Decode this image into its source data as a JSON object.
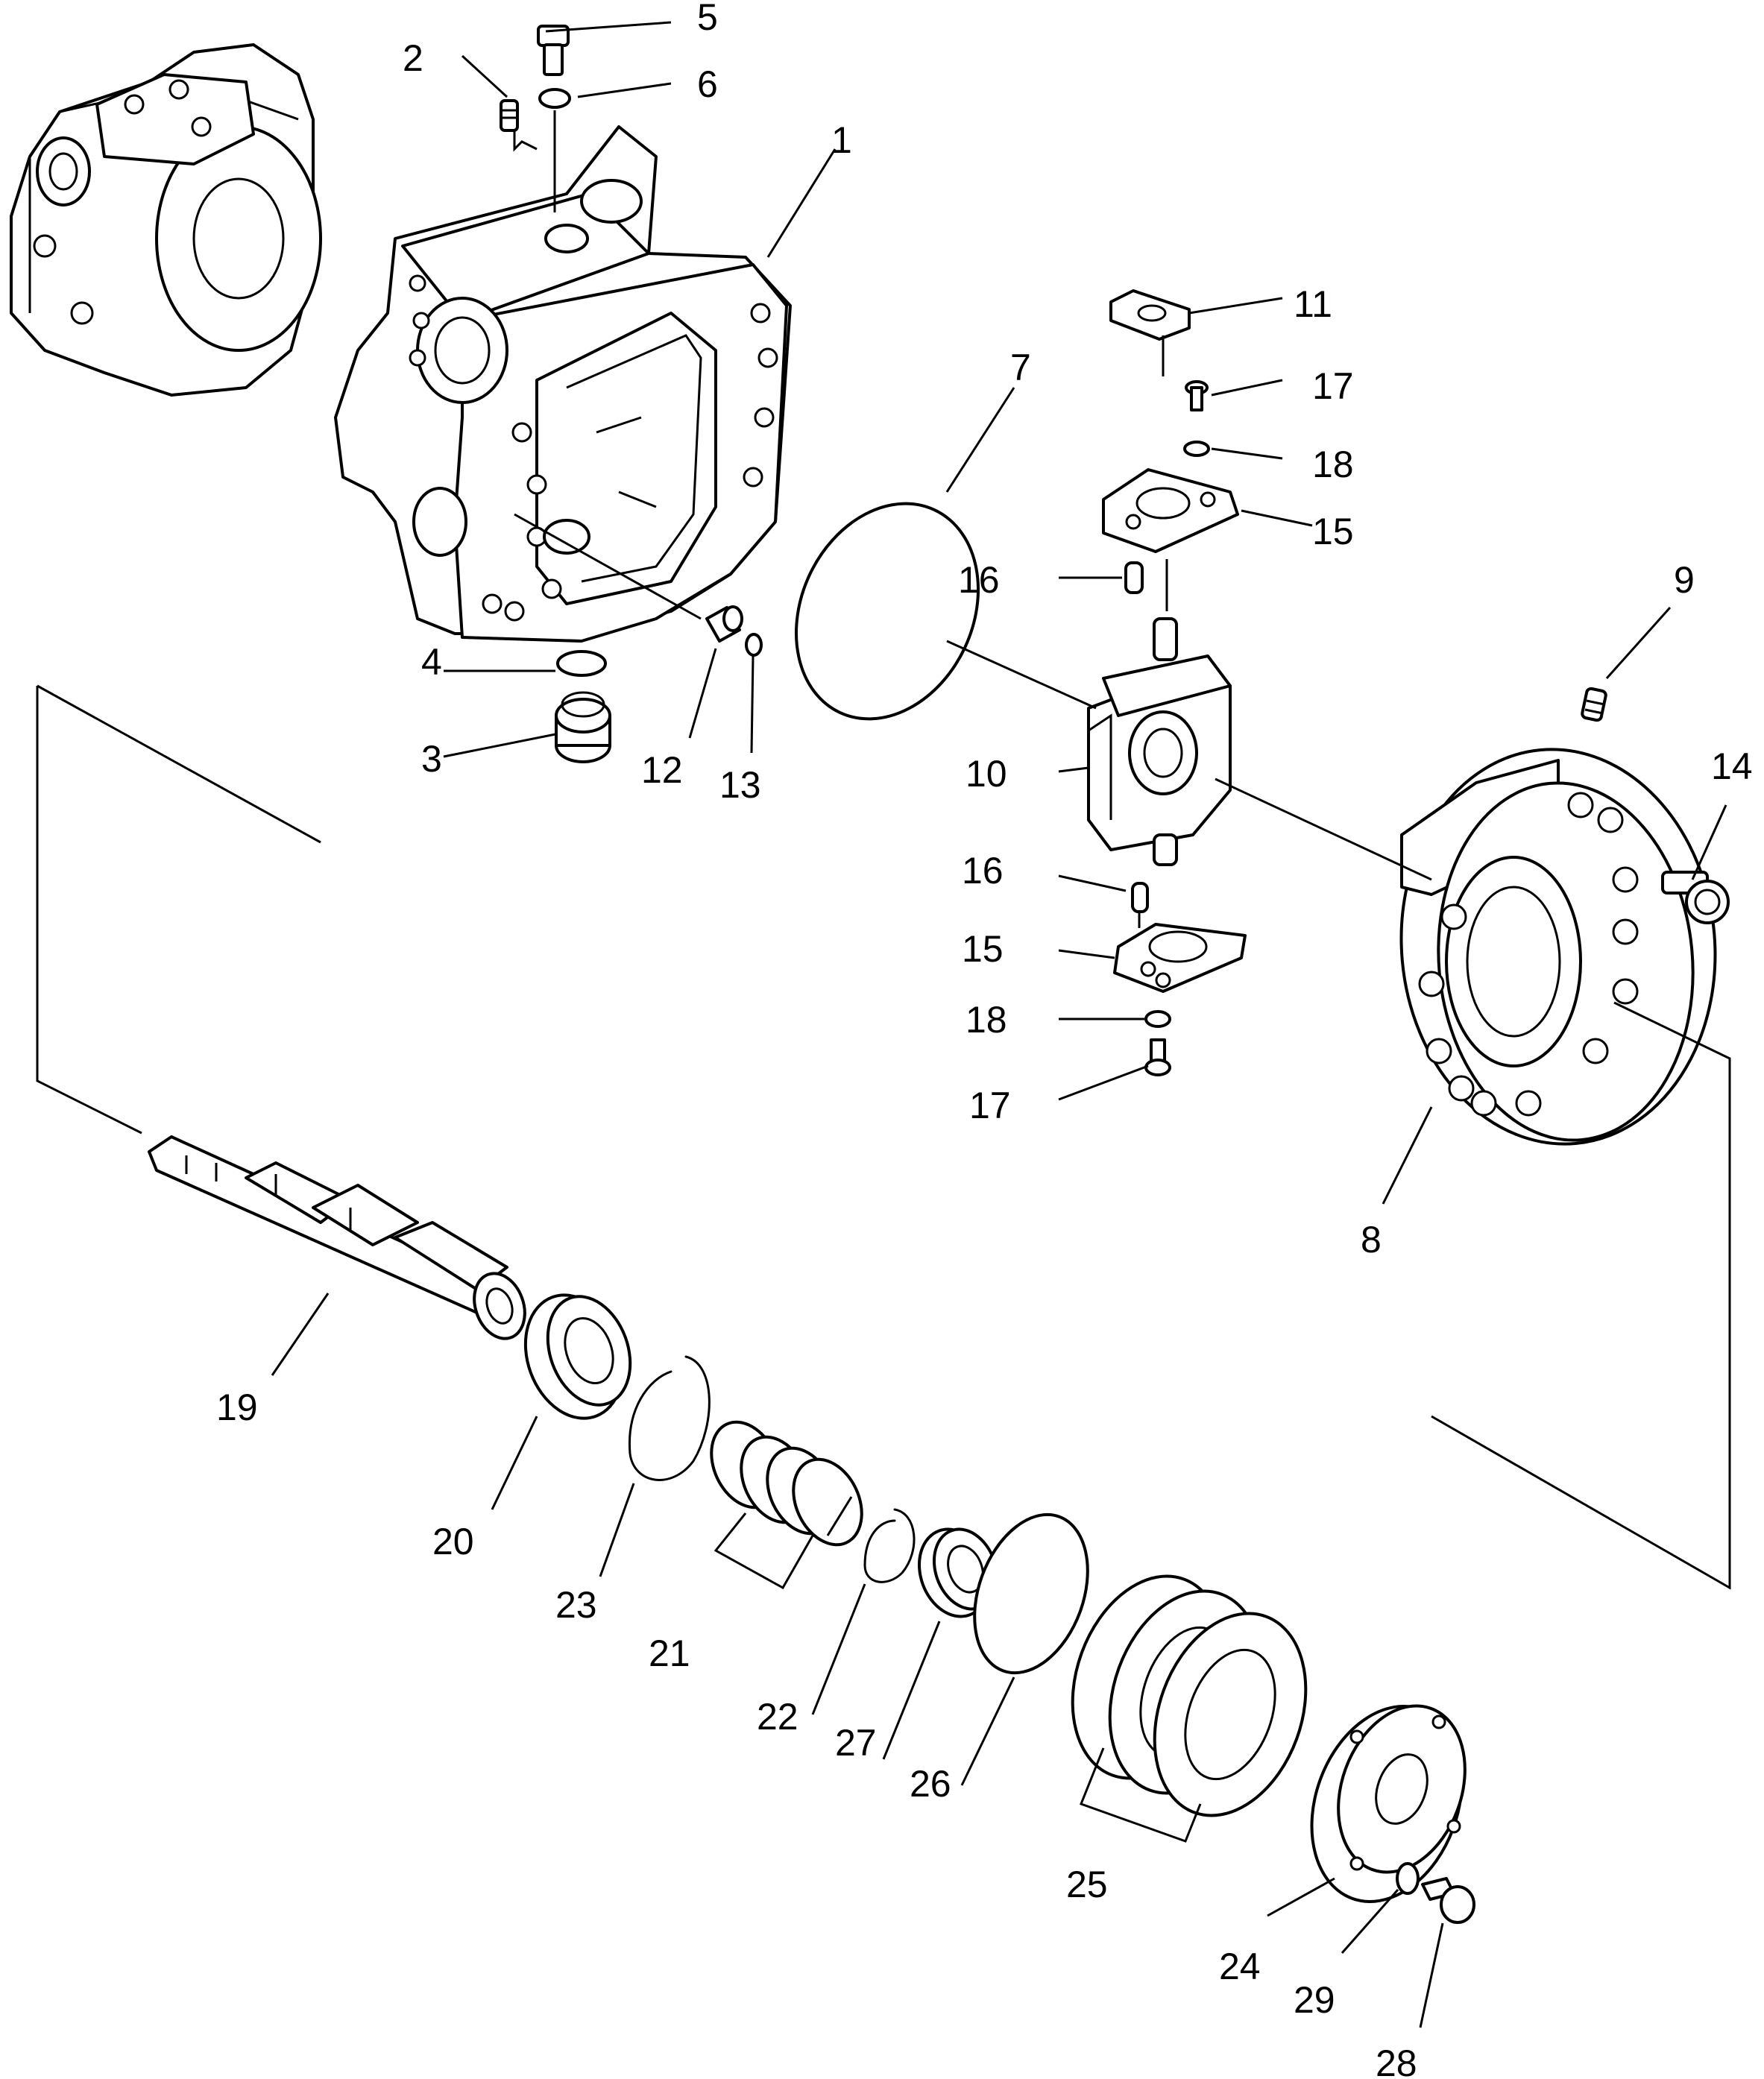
{
  "diagram": {
    "callouts": [
      {
        "id": "c1",
        "label": "1"
      },
      {
        "id": "c2",
        "label": "2"
      },
      {
        "id": "c3",
        "label": "3"
      },
      {
        "id": "c4",
        "label": "4"
      },
      {
        "id": "c5",
        "label": "5"
      },
      {
        "id": "c6",
        "label": "6"
      },
      {
        "id": "c7",
        "label": "7"
      },
      {
        "id": "c8",
        "label": "8"
      },
      {
        "id": "c9",
        "label": "9"
      },
      {
        "id": "c10",
        "label": "10"
      },
      {
        "id": "c11",
        "label": "11"
      },
      {
        "id": "c12",
        "label": "12"
      },
      {
        "id": "c13",
        "label": "13"
      },
      {
        "id": "c14",
        "label": "14"
      },
      {
        "id": "c15a",
        "label": "15"
      },
      {
        "id": "c15b",
        "label": "15"
      },
      {
        "id": "c16a",
        "label": "16"
      },
      {
        "id": "c16b",
        "label": "16"
      },
      {
        "id": "c17a",
        "label": "17"
      },
      {
        "id": "c17b",
        "label": "17"
      },
      {
        "id": "c18a",
        "label": "18"
      },
      {
        "id": "c18b",
        "label": "18"
      },
      {
        "id": "c19",
        "label": "19"
      },
      {
        "id": "c20",
        "label": "20"
      },
      {
        "id": "c21",
        "label": "21"
      },
      {
        "id": "c22",
        "label": "22"
      },
      {
        "id": "c23",
        "label": "23"
      },
      {
        "id": "c24",
        "label": "24"
      },
      {
        "id": "c25",
        "label": "25"
      },
      {
        "id": "c26",
        "label": "26"
      },
      {
        "id": "c27",
        "label": "27"
      },
      {
        "id": "c28",
        "label": "28"
      },
      {
        "id": "c29",
        "label": "29"
      }
    ]
  }
}
